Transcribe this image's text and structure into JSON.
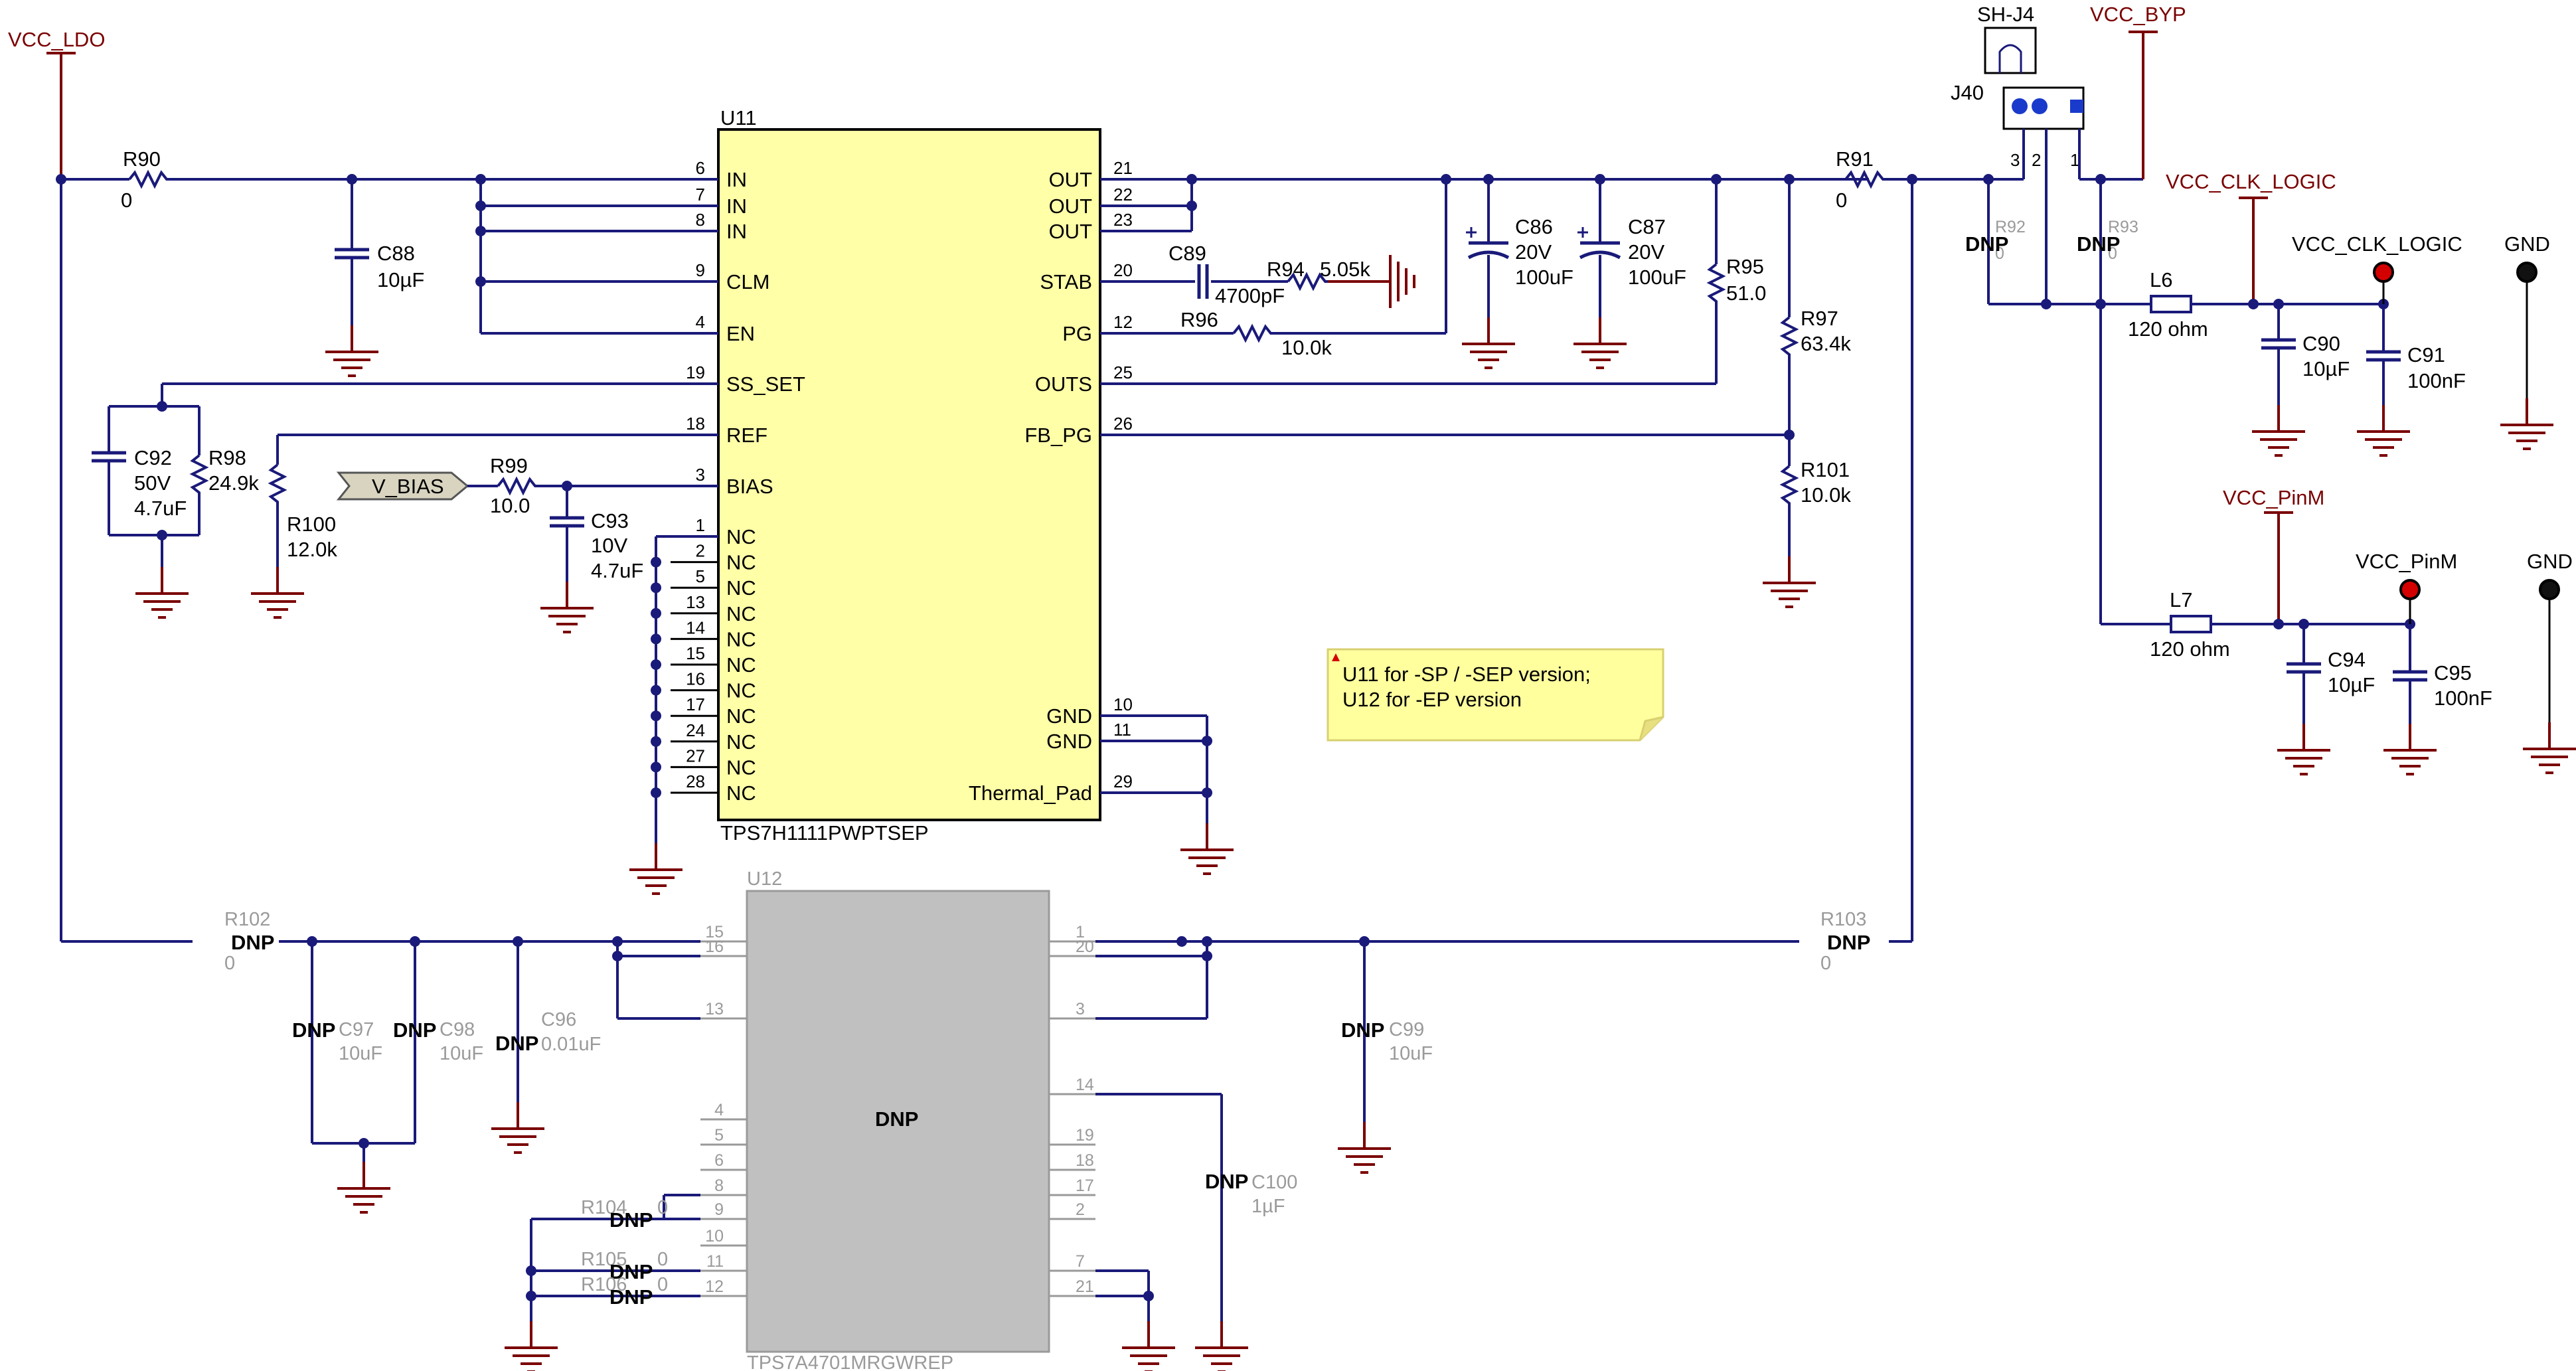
{
  "nets": {
    "vcc_ldo": "VCC_LDO",
    "vcc_byp": "VCC_BYP",
    "vcc_clk_logic": "VCC_CLK_LOGIC",
    "vcc_pinm": "VCC_PinM",
    "v_bias": "V_BIAS",
    "gnd": "GND"
  },
  "u11": {
    "ref": "U11",
    "part": "TPS7H1111PWPTSEP",
    "left_pins": [
      {
        "num": "6",
        "name": "IN"
      },
      {
        "num": "7",
        "name": "IN"
      },
      {
        "num": "8",
        "name": "IN"
      },
      {
        "num": "9",
        "name": "CLM"
      },
      {
        "num": "4",
        "name": "EN"
      },
      {
        "num": "19",
        "name": "SS_SET"
      },
      {
        "num": "18",
        "name": "REF"
      },
      {
        "num": "3",
        "name": "BIAS"
      }
    ],
    "nc_pins": [
      {
        "num": "1",
        "name": "NC"
      },
      {
        "num": "2",
        "name": "NC"
      },
      {
        "num": "5",
        "name": "NC"
      },
      {
        "num": "13",
        "name": "NC"
      },
      {
        "num": "14",
        "name": "NC"
      },
      {
        "num": "15",
        "name": "NC"
      },
      {
        "num": "16",
        "name": "NC"
      },
      {
        "num": "17",
        "name": "NC"
      },
      {
        "num": "24",
        "name": "NC"
      },
      {
        "num": "27",
        "name": "NC"
      },
      {
        "num": "28",
        "name": "NC"
      }
    ],
    "right_pins": [
      {
        "num": "21",
        "name": "OUT"
      },
      {
        "num": "22",
        "name": "OUT"
      },
      {
        "num": "23",
        "name": "OUT"
      },
      {
        "num": "20",
        "name": "STAB"
      },
      {
        "num": "12",
        "name": "PG"
      },
      {
        "num": "25",
        "name": "OUTS"
      },
      {
        "num": "26",
        "name": "FB_PG"
      },
      {
        "num": "10",
        "name": "GND"
      },
      {
        "num": "11",
        "name": "GND"
      },
      {
        "num": "29",
        "name": "Thermal_Pad"
      }
    ]
  },
  "u12": {
    "ref": "U12",
    "part": "TPS7A4701MRGWREP",
    "body_label": "DNP",
    "left_pins": [
      "15",
      "16",
      "13",
      "4",
      "5",
      "6",
      "8",
      "9",
      "10",
      "11",
      "12"
    ],
    "right_pins": [
      "1",
      "20",
      "3",
      "14",
      "19",
      "18",
      "17",
      "2",
      "7",
      "21"
    ]
  },
  "components": {
    "R90": {
      "ref": "R90",
      "value": "0"
    },
    "C88": {
      "ref": "C88",
      "value": "10µF"
    },
    "C92": {
      "ref": "C92",
      "v1": "50V",
      "v2": "4.7uF"
    },
    "R98": {
      "ref": "R98",
      "value": "24.9k"
    },
    "R100": {
      "ref": "R100",
      "value": "12.0k"
    },
    "R99": {
      "ref": "R99",
      "value": "10.0"
    },
    "C93": {
      "ref": "C93",
      "v1": "10V",
      "v2": "4.7uF"
    },
    "C89": {
      "ref": "C89",
      "value": "4700pF"
    },
    "R94": {
      "ref": "R94",
      "value": "5.05k"
    },
    "R96": {
      "ref": "R96",
      "value": "10.0k"
    },
    "C86": {
      "ref": "C86",
      "v1": "20V",
      "v2": "100uF"
    },
    "C87": {
      "ref": "C87",
      "v1": "20V",
      "v2": "100uF"
    },
    "R95": {
      "ref": "R95",
      "value": "51.0"
    },
    "R97": {
      "ref": "R97",
      "value": "63.4k"
    },
    "R101": {
      "ref": "R101",
      "value": "10.0k"
    },
    "R91": {
      "ref": "R91",
      "value": "0"
    },
    "SHJ4": {
      "ref": "SH-J4"
    },
    "J40": {
      "ref": "J40",
      "p3": "3",
      "p2": "2",
      "p1": "1"
    },
    "R92": {
      "ref": "R92",
      "value": "0",
      "dnp": "DNP"
    },
    "R93": {
      "ref": "R93",
      "value": "0",
      "dnp": "DNP"
    },
    "L6": {
      "ref": "L6",
      "value": "120 ohm"
    },
    "C90": {
      "ref": "C90",
      "value": "10µF"
    },
    "C91": {
      "ref": "C91",
      "value": "100nF"
    },
    "L7": {
      "ref": "L7",
      "value": "120 ohm"
    },
    "C94": {
      "ref": "C94",
      "value": "10µF"
    },
    "C95": {
      "ref": "C95",
      "value": "100nF"
    },
    "R102": {
      "ref": "R102",
      "value": "0",
      "dnp": "DNP"
    },
    "C97": {
      "ref": "C97",
      "value": "10uF",
      "dnp": "DNP"
    },
    "C98": {
      "ref": "C98",
      "value": "10uF",
      "dnp": "DNP"
    },
    "C96": {
      "ref": "C96",
      "value": "0.01uF",
      "dnp": "DNP"
    },
    "C99": {
      "ref": "C99",
      "value": "10uF",
      "dnp": "DNP"
    },
    "C100": {
      "ref": "C100",
      "value": "1µF",
      "dnp": "DNP"
    },
    "R103": {
      "ref": "R103",
      "value": "0",
      "dnp": "DNP"
    },
    "R104": {
      "ref": "R104",
      "value": "0",
      "dnp": "DNP"
    },
    "R105": {
      "ref": "R105",
      "value": "0",
      "dnp": "DNP"
    },
    "R106": {
      "ref": "R106",
      "value": "0",
      "dnp": "DNP"
    }
  },
  "testpoints": {
    "tp_clk": "VCC_CLK_LOGIC",
    "tp_gnd1": "GND",
    "tp_pinm": "VCC_PinM",
    "tp_gnd2": "GND"
  },
  "note": {
    "line1": "U11 for -SP / -SEP version;",
    "line2": "U12 for -EP version"
  },
  "colors": {
    "wire": "#1a1a7a",
    "net_label": "#7a0000",
    "ic_fill": "#ffffa8",
    "dnp_ic_fill": "#c0c0c0",
    "note_fill": "#ffff9e",
    "testpoint_red": "#d40000",
    "testpoint_black": "#111111"
  }
}
